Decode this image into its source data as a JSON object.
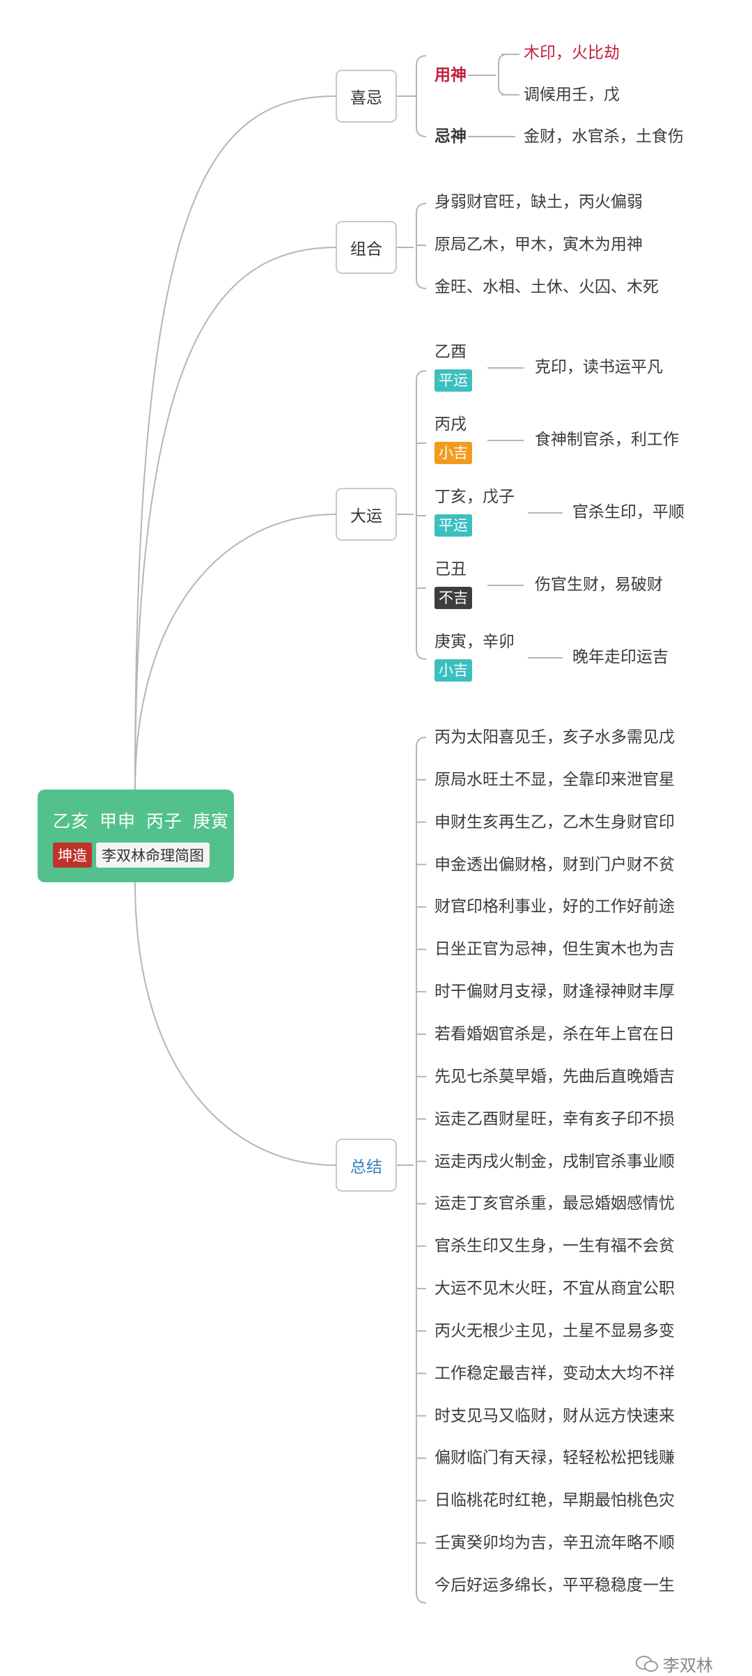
{
  "root": {
    "pillars": "乙亥  甲申  丙子  庚寅",
    "tag1": "坤造",
    "tag2": "李双林命理简图"
  },
  "xiji": {
    "label": "喜忌",
    "yongshen": "用神",
    "yong1": "木印，火比劫",
    "yong2": "调候用壬，戊",
    "jishen": "忌神",
    "ji1": "金财，水官杀，土食伤"
  },
  "zuhe": {
    "label": "组合",
    "items": [
      "身弱财官旺，缺土，丙火偏弱",
      "原局乙木，甲木，寅木为用神",
      "金旺、水相、土休、火囚、木死"
    ]
  },
  "dayun": {
    "label": "大运",
    "items": [
      {
        "name": "乙酉",
        "badge": "平运",
        "color": "#3bbfbf",
        "desc": "克印，读书运平凡"
      },
      {
        "name": "丙戌",
        "badge": "小吉",
        "color": "#f29b1e",
        "desc": "食神制官杀，利工作"
      },
      {
        "name": "丁亥，戊子",
        "badge": "平运",
        "color": "#3bbfbf",
        "desc": "官杀生印，平顺"
      },
      {
        "name": "己丑",
        "badge": "不吉",
        "color": "#3d3d3d",
        "desc": "伤官生财，易破财"
      },
      {
        "name": "庚寅，辛卯",
        "badge": "小吉",
        "color": "#3bbfbf",
        "desc": "晚年走印运吉"
      }
    ]
  },
  "zongjie": {
    "label": "总结",
    "items": [
      "丙为太阳喜见壬，亥子水多需见戊",
      "原局水旺土不显，全靠印来泄官星",
      "申财生亥再生乙，乙木生身财官印",
      "申金透出偏财格，财到门户财不贫",
      "财官印格利事业，好的工作好前途",
      "日坐正官为忌神，但生寅木也为吉",
      "时干偏财月支禄，财逢禄神财丰厚",
      "若看婚姻官杀是，杀在年上官在日",
      "先见七杀莫早婚，先曲后直晚婚吉",
      "运走乙酉财星旺，幸有亥子印不损",
      "运走丙戌火制金，戌制官杀事业顺",
      "运走丁亥官杀重，最忌婚姻感情忧",
      "官杀生印又生身，一生有福不会贫",
      "大运不见木火旺，不宜从商宜公职",
      "丙火无根少主见，土星不显易多变",
      "工作稳定最吉祥，变动太大均不祥",
      "时支见马又临财，财从远方快速来",
      "偏财临门有天禄，轻轻松松把钱赚",
      "日临桃花时红艳，早期最怕桃色灾",
      "壬寅癸卯均为吉，辛丑流年略不顺",
      "今后好运多绵长，平平稳稳度一生"
    ]
  },
  "watermark": "李双林"
}
